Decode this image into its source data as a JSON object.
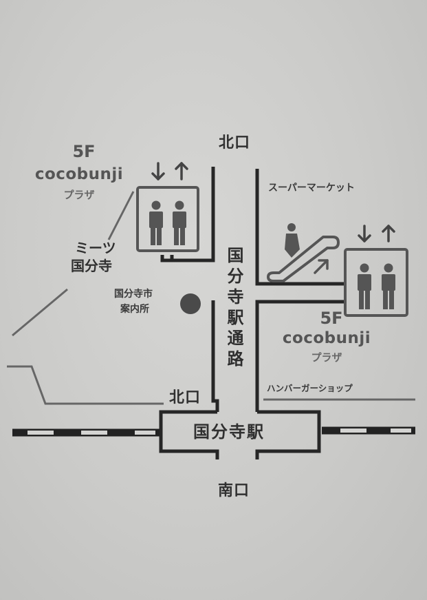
{
  "labels": {
    "north_exit_top": "北口",
    "north_exit_left": "北口",
    "south_exit": "南口",
    "station": "国分寺駅",
    "street": "国分寺駅通路",
    "left_building_floor": "5F",
    "left_building_name": "cocobunji",
    "left_building_sub": "プラザ",
    "right_building_floor": "5F",
    "right_building_name": "cocobunji",
    "right_building_sub": "プラザ",
    "mitsu_line1": "ミーツ",
    "mitsu_line2": "国分寺",
    "info_line1": "国分寺市",
    "info_line2": "案内所",
    "supermarket": "スーパーマーケット",
    "hamburger": "ハンバーガーショップ"
  },
  "icons": {
    "elevator_left": "elevator-icon",
    "elevator_right": "elevator-icon",
    "escalator": "escalator-icon",
    "info_point": "info-center-dot-icon",
    "down_up_arrows": "down-up-arrow-icon"
  },
  "colors": {
    "line": "#2a2a2a",
    "icon_gray": "#5a5a5a",
    "thin_line": "#6a6a6a"
  }
}
